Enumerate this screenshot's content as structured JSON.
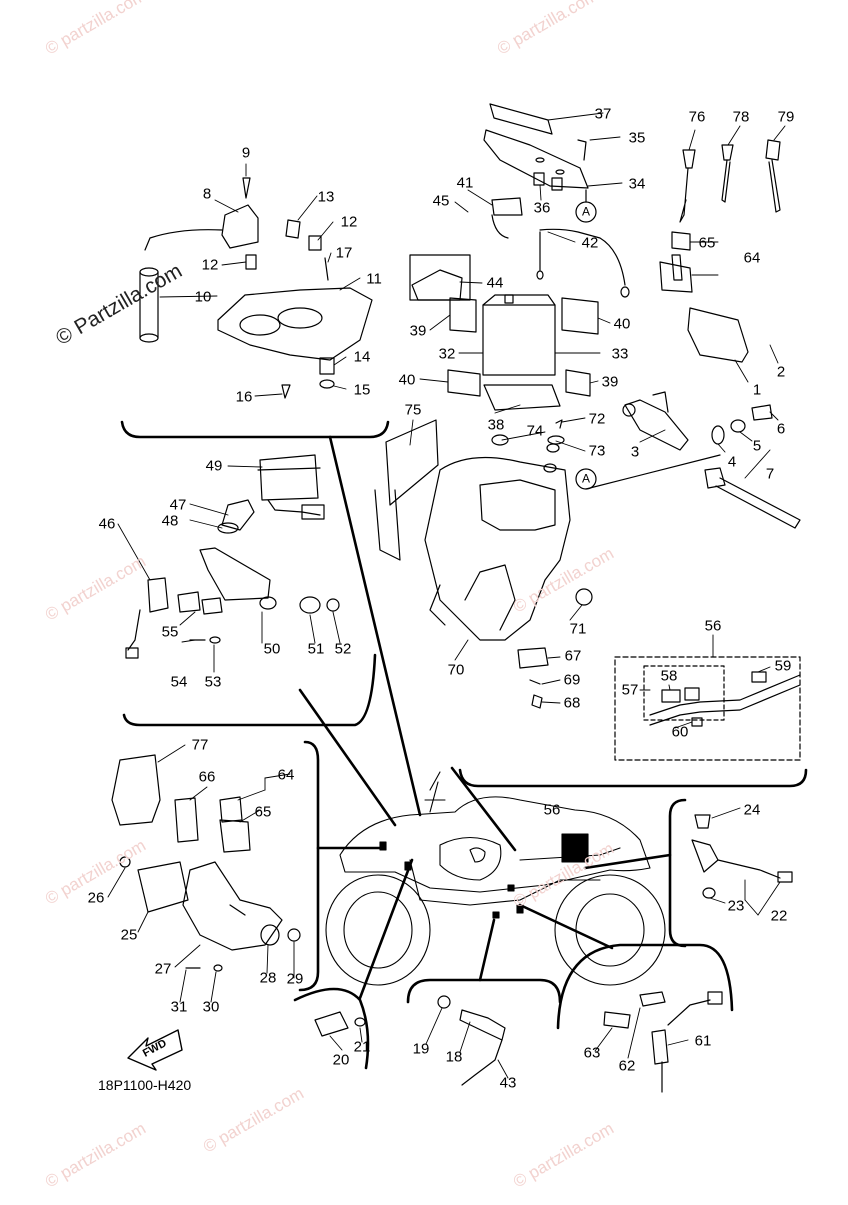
{
  "diagram_code": "18P1100-H420",
  "watermark_text": "© Partzilla.com",
  "watermark_text_lower": "© partzilla.com",
  "fwd_label": "FWD",
  "ref_marker": "A",
  "callouts": [
    "1",
    "2",
    "3",
    "4",
    "5",
    "6",
    "7",
    "8",
    "9",
    "10",
    "11",
    "12",
    "12",
    "13",
    "14",
    "15",
    "16",
    "17",
    "18",
    "19",
    "20",
    "21",
    "22",
    "23",
    "24",
    "25",
    "26",
    "27",
    "28",
    "29",
    "30",
    "31",
    "32",
    "33",
    "34",
    "35",
    "36",
    "37",
    "38",
    "39",
    "39",
    "40",
    "40",
    "41",
    "42",
    "43",
    "44",
    "45",
    "46",
    "47",
    "48",
    "49",
    "50",
    "51",
    "52",
    "53",
    "54",
    "55",
    "56",
    "56",
    "57",
    "58",
    "59",
    "60",
    "61",
    "62",
    "63",
    "64",
    "64",
    "65",
    "65",
    "66",
    "67",
    "68",
    "69",
    "70",
    "71",
    "72",
    "73",
    "74",
    "75",
    "76",
    "77",
    "78",
    "79"
  ],
  "colors": {
    "line": "#000000",
    "watermark": "#f2d2cf",
    "background": "#ffffff"
  }
}
